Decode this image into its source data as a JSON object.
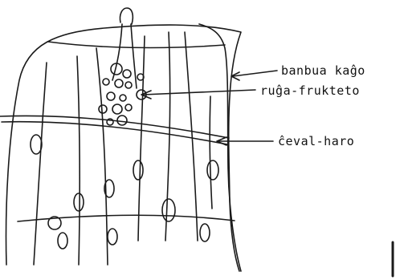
{
  "labels": {
    "cage": "banbua kaĝo",
    "fruit_pile": "ruĝa-frukteto",
    "horse_hair": "ĉeval-haro"
  },
  "colors": {
    "ink": "#1a1a1a",
    "paper": "#ffffff"
  }
}
